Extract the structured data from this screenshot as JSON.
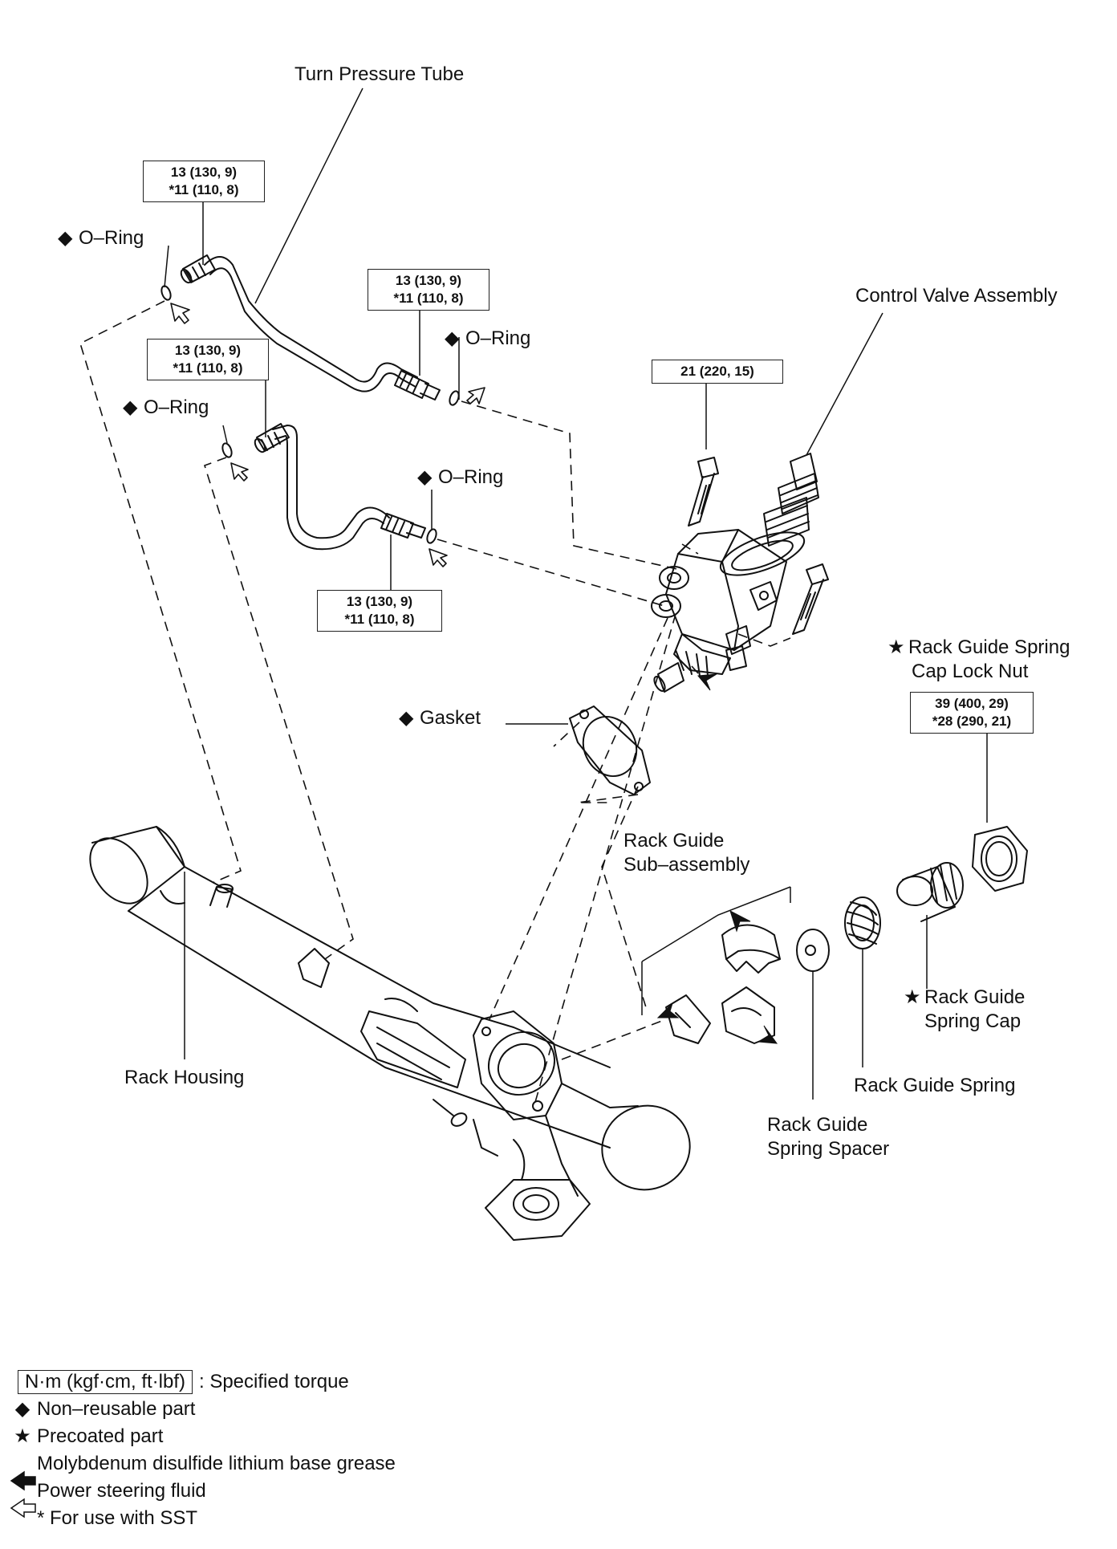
{
  "labels": {
    "turn_pressure_tube": "Turn Pressure Tube",
    "o_ring": "O–Ring",
    "control_valve_assembly": "Control Valve Assembly",
    "gasket": "Gasket",
    "rack_guide_spring_cap_lock_nut_1": "Rack Guide Spring",
    "rack_guide_spring_cap_lock_nut_2": "Cap Lock Nut",
    "rack_guide_sub_assembly_1": "Rack Guide",
    "rack_guide_sub_assembly_2": "Sub–assembly",
    "rack_guide_spring_cap_1": "Rack Guide",
    "rack_guide_spring_cap_2": "Spring Cap",
    "rack_guide_spring": "Rack Guide Spring",
    "rack_guide_spring_spacer_1": "Rack Guide",
    "rack_guide_spring_spacer_2": "Spring Spacer",
    "rack_housing": "Rack Housing"
  },
  "symbols": {
    "non_reusable": "◆",
    "precoated": "★"
  },
  "torques": {
    "tube_upper_left": {
      "line1": "13 (130, 9)",
      "line2": "*11 (110, 8)"
    },
    "tube_upper_right": {
      "line1": "13 (130, 9)",
      "line2": "*11 (110, 8)"
    },
    "tube_lower_left": {
      "line1": "13 (130, 9)",
      "line2": "*11 (110, 8)"
    },
    "tube_lower_right": {
      "line1": "13 (130, 9)",
      "line2": "*11 (110, 8)"
    },
    "control_valve_bolt": {
      "line1": "21 (220, 15)"
    },
    "lock_nut": {
      "line1": "39 (400, 29)",
      "line2": "*28 (290, 21)"
    }
  },
  "legend": {
    "torque_unit": "N·m (kgf·cm, ft·lbf)",
    "torque_desc": ": Specified torque",
    "non_reusable": "Non–reusable part",
    "precoated": "Precoated part",
    "grease": "Molybdenum disulfide lithium base grease",
    "fluid": "Power steering fluid",
    "sst": "* For use with SST"
  }
}
